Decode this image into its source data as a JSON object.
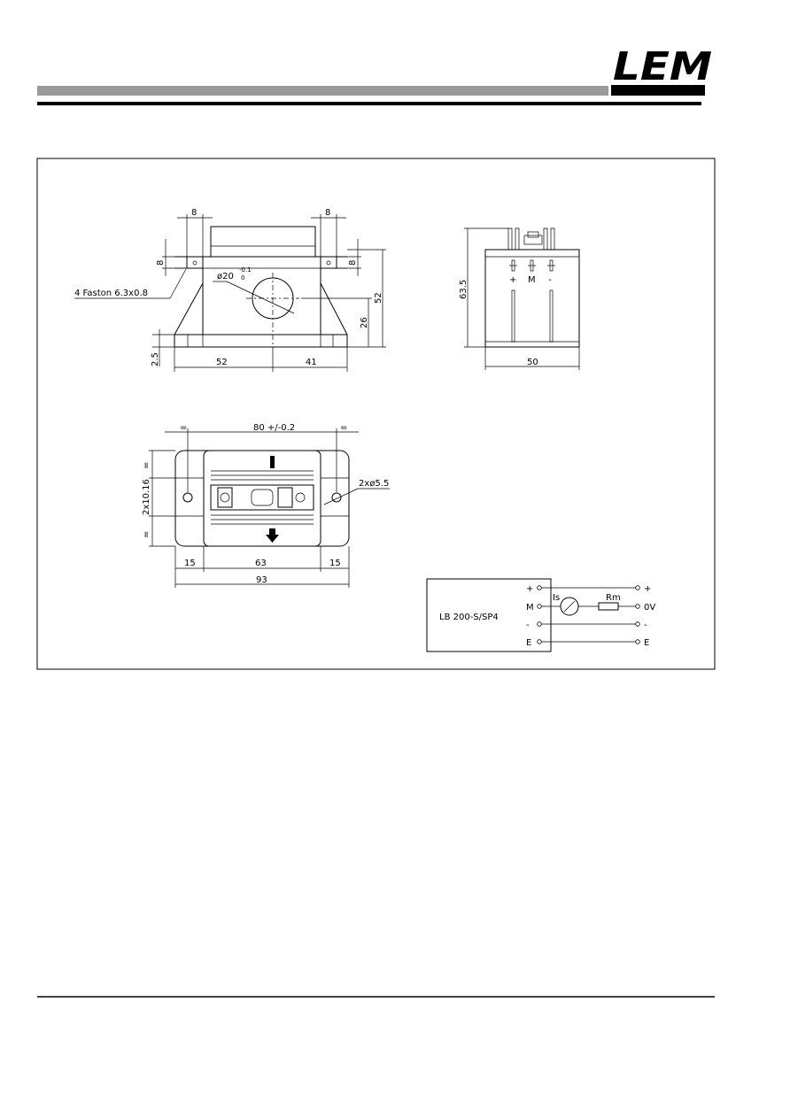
{
  "brand": {
    "logo_text": "LEM"
  },
  "front_view": {
    "dims": {
      "pin_width_left": "8",
      "pin_width_right": "8",
      "pin_height_left": "8",
      "pin_height_right": "8",
      "hole_dia": "ø20",
      "hole_tol_upper": "-0.1",
      "hole_tol_lower": "0",
      "total_height": "52",
      "hole_center_height": "26",
      "base_thickness": "2.5",
      "left_width": "52",
      "right_width": "41"
    },
    "faston_label": "4 Faston 6.3x0.8"
  },
  "side_view": {
    "dims": {
      "height": "63.5",
      "width": "50"
    },
    "terminals": [
      "+",
      "M",
      "-"
    ]
  },
  "top_view": {
    "dims": {
      "hole_spacing": "80 +/-0.2",
      "eq_left": "=",
      "eq_right": "=",
      "pitch": "2x10.16",
      "eq_top": "=",
      "eq_bottom": "=",
      "mount_holes": "2xø5.5",
      "left_flange": "15",
      "center": "63",
      "right_flange": "15",
      "total": "93"
    }
  },
  "schematic": {
    "device_name": "LB 200-S/SP4",
    "pins": [
      "+",
      "M",
      "-",
      "E"
    ],
    "is_label": "Is",
    "rm_label": "Rm",
    "outputs": [
      "+",
      "0V",
      "-",
      "E"
    ]
  }
}
